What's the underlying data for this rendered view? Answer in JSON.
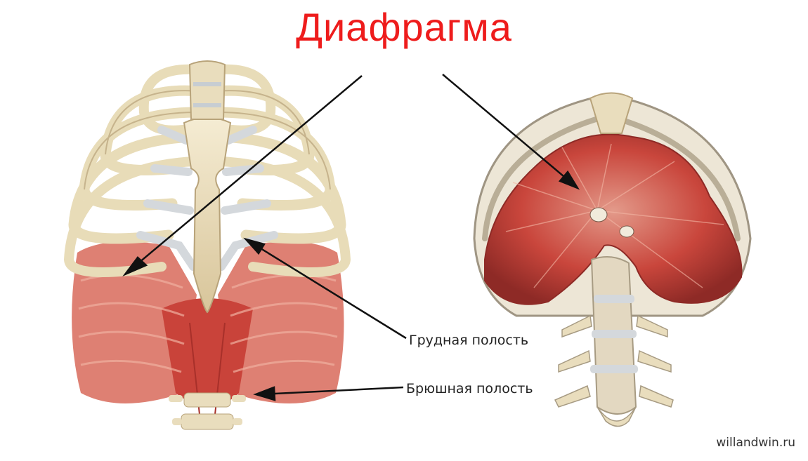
{
  "title": "Диафрагма",
  "labels": {
    "thoracic_cavity": "Грудная полость",
    "abdominal_cavity": "Брюшная полость"
  },
  "watermark": "willandwin.ru",
  "colors": {
    "title": "#ee1c1c",
    "bone": "#efe3c4",
    "bone_shadow": "#b8a37a",
    "cartilage": "#d9dde0",
    "muscle": "#c9433a",
    "muscle_light": "#e78a78",
    "arrow": "#111111"
  },
  "figures": [
    {
      "view": "anterior",
      "description_icon": "rib-cage-front-icon"
    },
    {
      "view": "inferior",
      "description_icon": "rib-cage-below-icon"
    }
  ]
}
